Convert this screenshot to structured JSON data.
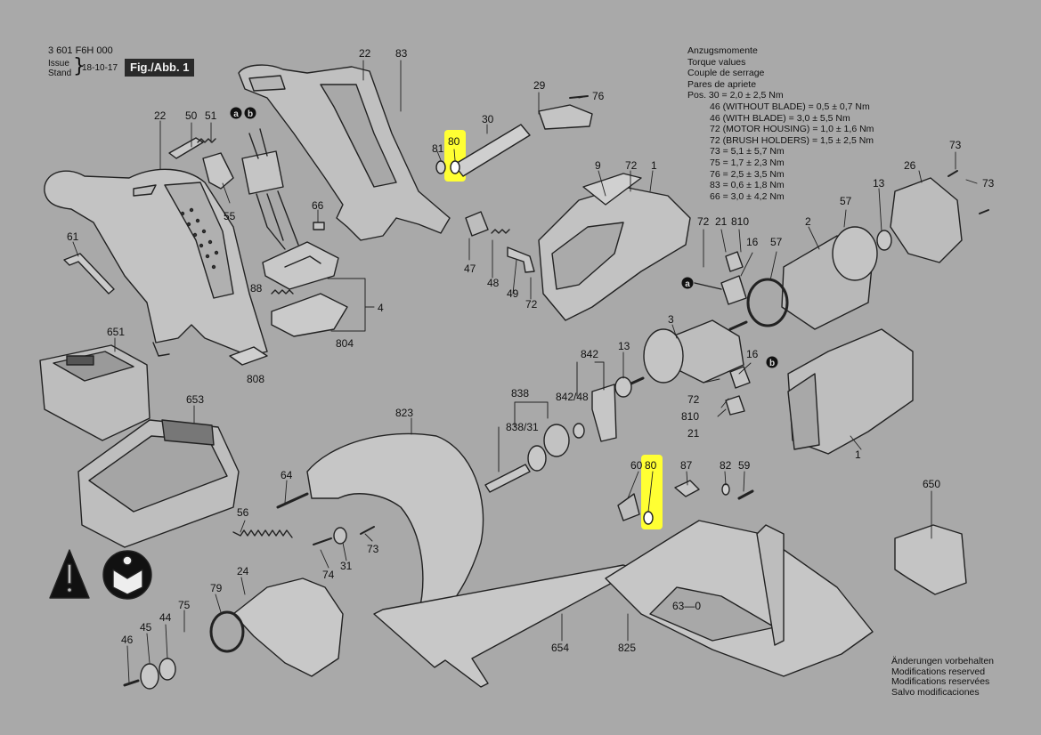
{
  "header": {
    "part_id": "3 601 F6H 000",
    "issue_label": "Issue",
    "stand_label": "Stand",
    "date": "18-10-17",
    "fig_label": "Fig./Abb. 1"
  },
  "torque": {
    "lines": [
      "Anzugsmomente",
      "Torque values",
      "Couple de serrage",
      "Pares de apriete",
      "Pos. 30 = 2,0 ± 2,5 Nm",
      "46 (WITHOUT BLADE) = 0,5 ± 0,7 Nm",
      "46 (WITH BLADE) = 3,0 ± 5,5 Nm",
      "72 (MOTOR HOUSING) = 1,0 ± 1,6 Nm",
      "72 (BRUSH HOLDERS) = 1,5 ± 2,5 Nm",
      "73 = 5,1 ± 5,7 Nm",
      "75 = 1,7 ± 2,3 Nm",
      "76 = 2,5 ± 3,5 Nm",
      "83 = 0,6 ± 1,8 Nm",
      "66 = 3,0 ± 4,2 Nm"
    ]
  },
  "changes_note": {
    "lines": [
      "Änderungen vorbehalten",
      "Modifications reserved",
      "Modifications reservées",
      "Salvo modificaciones"
    ]
  },
  "circle_badges": {
    "a": "a",
    "b": "b"
  },
  "highlight_color": "#ffff33",
  "part_labels": {
    "p22_top": "22",
    "p83_top": "83",
    "p29": "29",
    "p76": "76",
    "p30": "30",
    "p80_top": "80",
    "p81": "81",
    "p9": "9",
    "p72_a": "72",
    "p1_top": "1",
    "p73_a": "73",
    "p26": "26",
    "p73_b": "73",
    "p13_top": "13",
    "p57_top": "57",
    "p2": "2",
    "p72_b": "72",
    "p21_top": "21",
    "p810_top": "810",
    "p16_top": "16",
    "p57_mid": "57",
    "p22_left": "22",
    "p50": "50",
    "p51": "51",
    "p55": "55",
    "p61": "61",
    "p66": "66",
    "p47": "47",
    "p48": "48",
    "p49": "49",
    "p72_c": "72",
    "p88": "88",
    "p4": "4",
    "p804": "804",
    "p808": "808",
    "p651": "651",
    "p653": "653",
    "p3": "3",
    "p13_mid": "13",
    "p16_mid": "16",
    "p842": "842",
    "p842_48": "842/48",
    "p838": "838",
    "p838_31": "838/31",
    "p823": "823",
    "p72_d": "72",
    "p810_mid": "810",
    "p21_mid": "21",
    "p1_mid": "1",
    "p60": "60",
    "p80_bot": "80",
    "p87": "87",
    "p82": "82",
    "p59": "59",
    "p650": "650",
    "p64": "64",
    "p56": "56",
    "p74": "74",
    "p31": "31",
    "p73_c": "73",
    "p24": "24",
    "p79": "79",
    "p75": "75",
    "p46": "46",
    "p45": "45",
    "p44": "44",
    "p654": "654",
    "p825": "825",
    "p63": "63—0"
  }
}
